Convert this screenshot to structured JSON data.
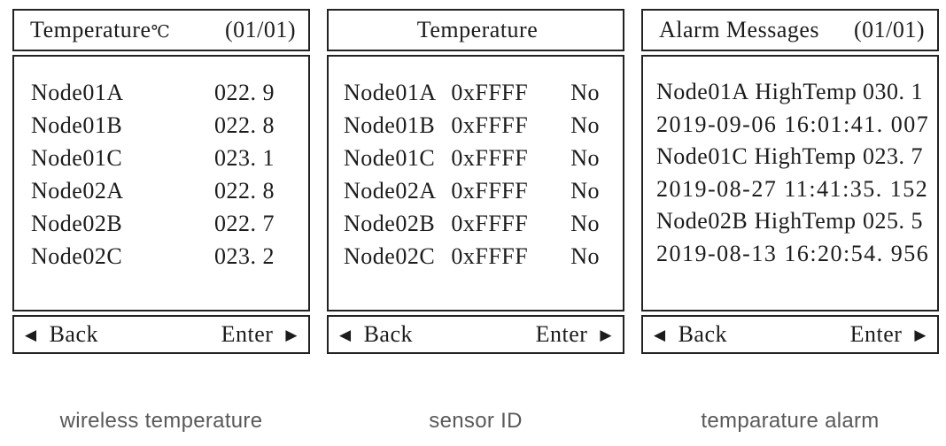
{
  "icons": {
    "back_arrow": "◀",
    "enter_arrow": "▶"
  },
  "wireless_temperature": {
    "title": "Temperature",
    "title_unit": "℃",
    "page_indicator": "(01/01)",
    "rows": [
      {
        "name": "Node01A",
        "value": "022. 9"
      },
      {
        "name": "Node01B",
        "value": "022. 8"
      },
      {
        "name": "Node01C",
        "value": "023. 1"
      },
      {
        "name": "Node02A",
        "value": "022. 8"
      },
      {
        "name": "Node02B",
        "value": "022. 7"
      },
      {
        "name": "Node02C",
        "value": "023. 2"
      }
    ],
    "back_label": "Back",
    "enter_label": "Enter",
    "caption": "wireless temperature"
  },
  "sensor_id": {
    "title": "Temperature",
    "rows": [
      {
        "name": "Node01A",
        "sensor_id": "0xFFFF",
        "flag": "No"
      },
      {
        "name": "Node01B",
        "sensor_id": "0xFFFF",
        "flag": "No"
      },
      {
        "name": "Node01C",
        "sensor_id": "0xFFFF",
        "flag": "No"
      },
      {
        "name": "Node02A",
        "sensor_id": "0xFFFF",
        "flag": "No"
      },
      {
        "name": "Node02B",
        "sensor_id": "0xFFFF",
        "flag": "No"
      },
      {
        "name": "Node02C",
        "sensor_id": "0xFFFF",
        "flag": "No"
      }
    ],
    "back_label": "Back",
    "enter_label": "Enter",
    "caption": "sensor ID"
  },
  "temperature_alarm": {
    "title": "Alarm Messages",
    "page_indicator": "(01/01)",
    "alarms": [
      {
        "node": "Node01A",
        "type": "HighTemp",
        "value": "030. 1",
        "time": "2019-09-06 16:01:41. 007"
      },
      {
        "node": "Node01C",
        "type": "HighTemp",
        "value": "023. 7",
        "time": "2019-08-27 11:41:35. 152"
      },
      {
        "node": "Node02B",
        "type": "HighTemp",
        "value": "025. 5",
        "time": "2019-08-13 16:20:54. 956"
      }
    ],
    "back_label": "Back",
    "enter_label": "Enter",
    "caption": "temparature alarm"
  }
}
